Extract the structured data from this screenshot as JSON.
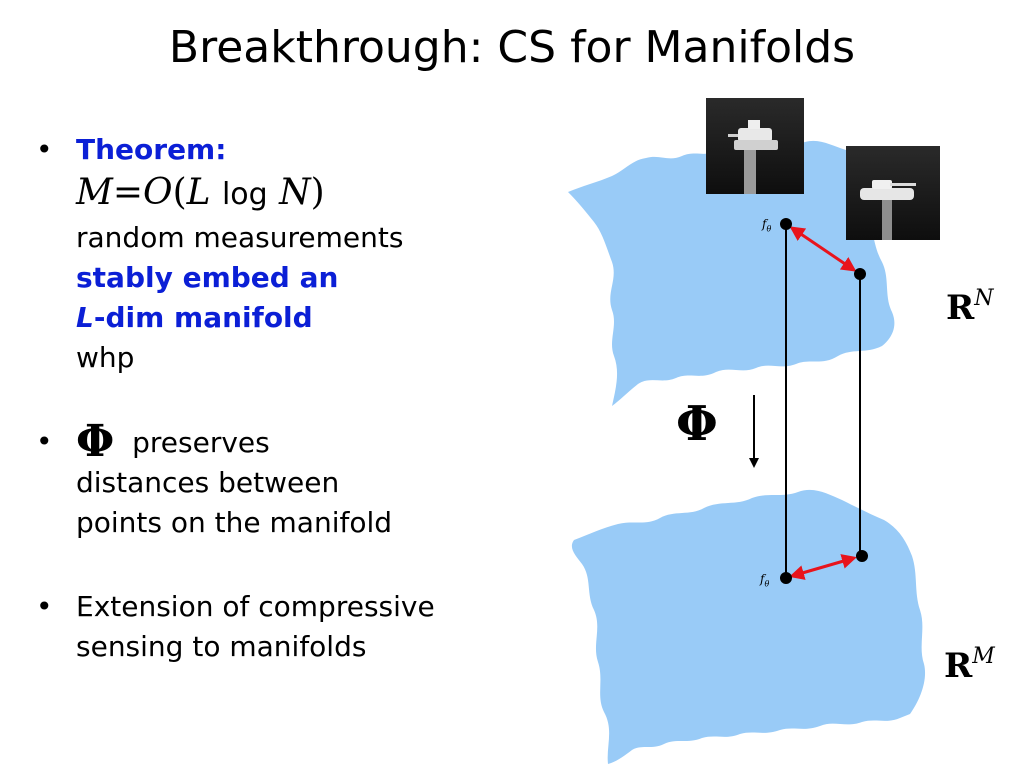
{
  "title": "Breakthrough: CS for Manifolds",
  "bullets": {
    "theorem_label": "Theorem:",
    "formula": {
      "m": "M",
      "eq": "=",
      "o": "O",
      "open": "(",
      "l": "L",
      "log": "log",
      "n": "N",
      "close": ")"
    },
    "theorem_line1": "random measurements",
    "theorem_line2": "stably embed an",
    "theorem_line3_l": "L",
    "theorem_line3_rest": "-dim manifold",
    "theorem_line4": "whp",
    "phi_symbol": "Φ",
    "phi_line1": "preserves",
    "phi_line2": "distances between",
    "phi_line3": "points on the manifold",
    "ext_line1": "Extension of compressive",
    "ext_line2": "sensing to manifolds"
  },
  "diagram": {
    "space_upper_base": "R",
    "space_upper_sup": "N",
    "space_lower_base": "R",
    "space_lower_sup": "M",
    "phi_label": "Φ",
    "point_label_base": "f",
    "point_label_sub": "θ",
    "manifold_color": "#99cbf7",
    "arrow_color": "#e8141c"
  }
}
